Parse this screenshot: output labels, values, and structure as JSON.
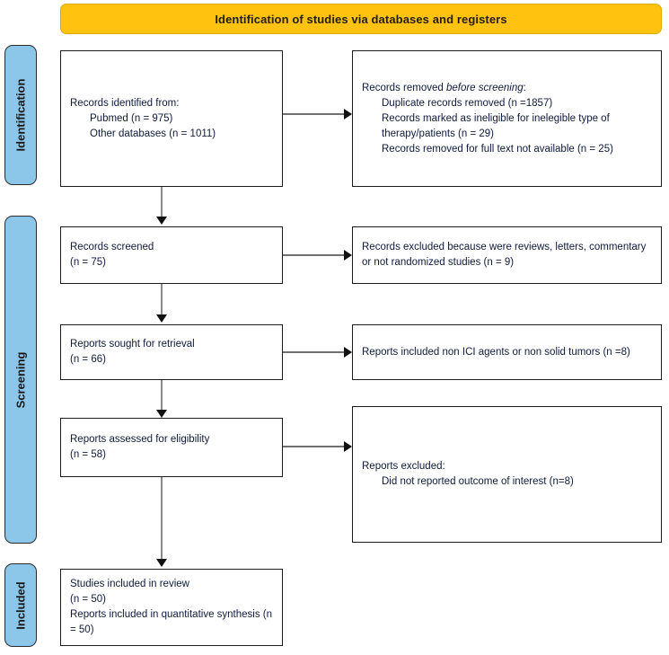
{
  "banner": {
    "title": "Identification of studies via databases and registers"
  },
  "stages": [
    {
      "label": "Identification"
    },
    {
      "label": "Screening"
    },
    {
      "label": "Included"
    }
  ],
  "boxes": {
    "identified": {
      "line1": "Records identified from:",
      "line2": "Pubmed (n = 975)",
      "line3": "Other databases (n = 1011)"
    },
    "removed": {
      "line1a": "Records removed ",
      "line1b": "before screening",
      "line1c": ":",
      "line2": "Duplicate records removed (n =1857)",
      "line3": "Records marked as ineligible for inelegible type of therapy/patients (n = 29)",
      "line4": "Records removed for full text not available (n = 25)"
    },
    "screened": {
      "line1": "Records screened",
      "line2": "(n = 75)"
    },
    "excluded_screened": {
      "line1": "Records excluded because were reviews, letters, commentary or not randomized studies (n = 9)"
    },
    "sought": {
      "line1": "Reports sought for retrieval",
      "line2": "(n = 66)"
    },
    "not_retrieved": {
      "line1": "Reports included non ICI agents or non solid tumors (n =8)"
    },
    "assessed": {
      "line1": "Reports assessed for eligibility",
      "line2": "(n = 58)"
    },
    "excluded_eligibility": {
      "line1": "Reports excluded:",
      "line2": "Did not reported outcome of interest (n=8)"
    },
    "included": {
      "line1": "Studies included in review",
      "line2": "(n = 50)",
      "line3": "Reports included in quantitative synthesis (n = 50)"
    }
  },
  "colors": {
    "banner_fill": "#ffc20e",
    "stage_fill": "#8cc6e8",
    "box_border": "#1c1c1c",
    "text": "#0f1b3d",
    "connector": "#8a8a8a"
  }
}
